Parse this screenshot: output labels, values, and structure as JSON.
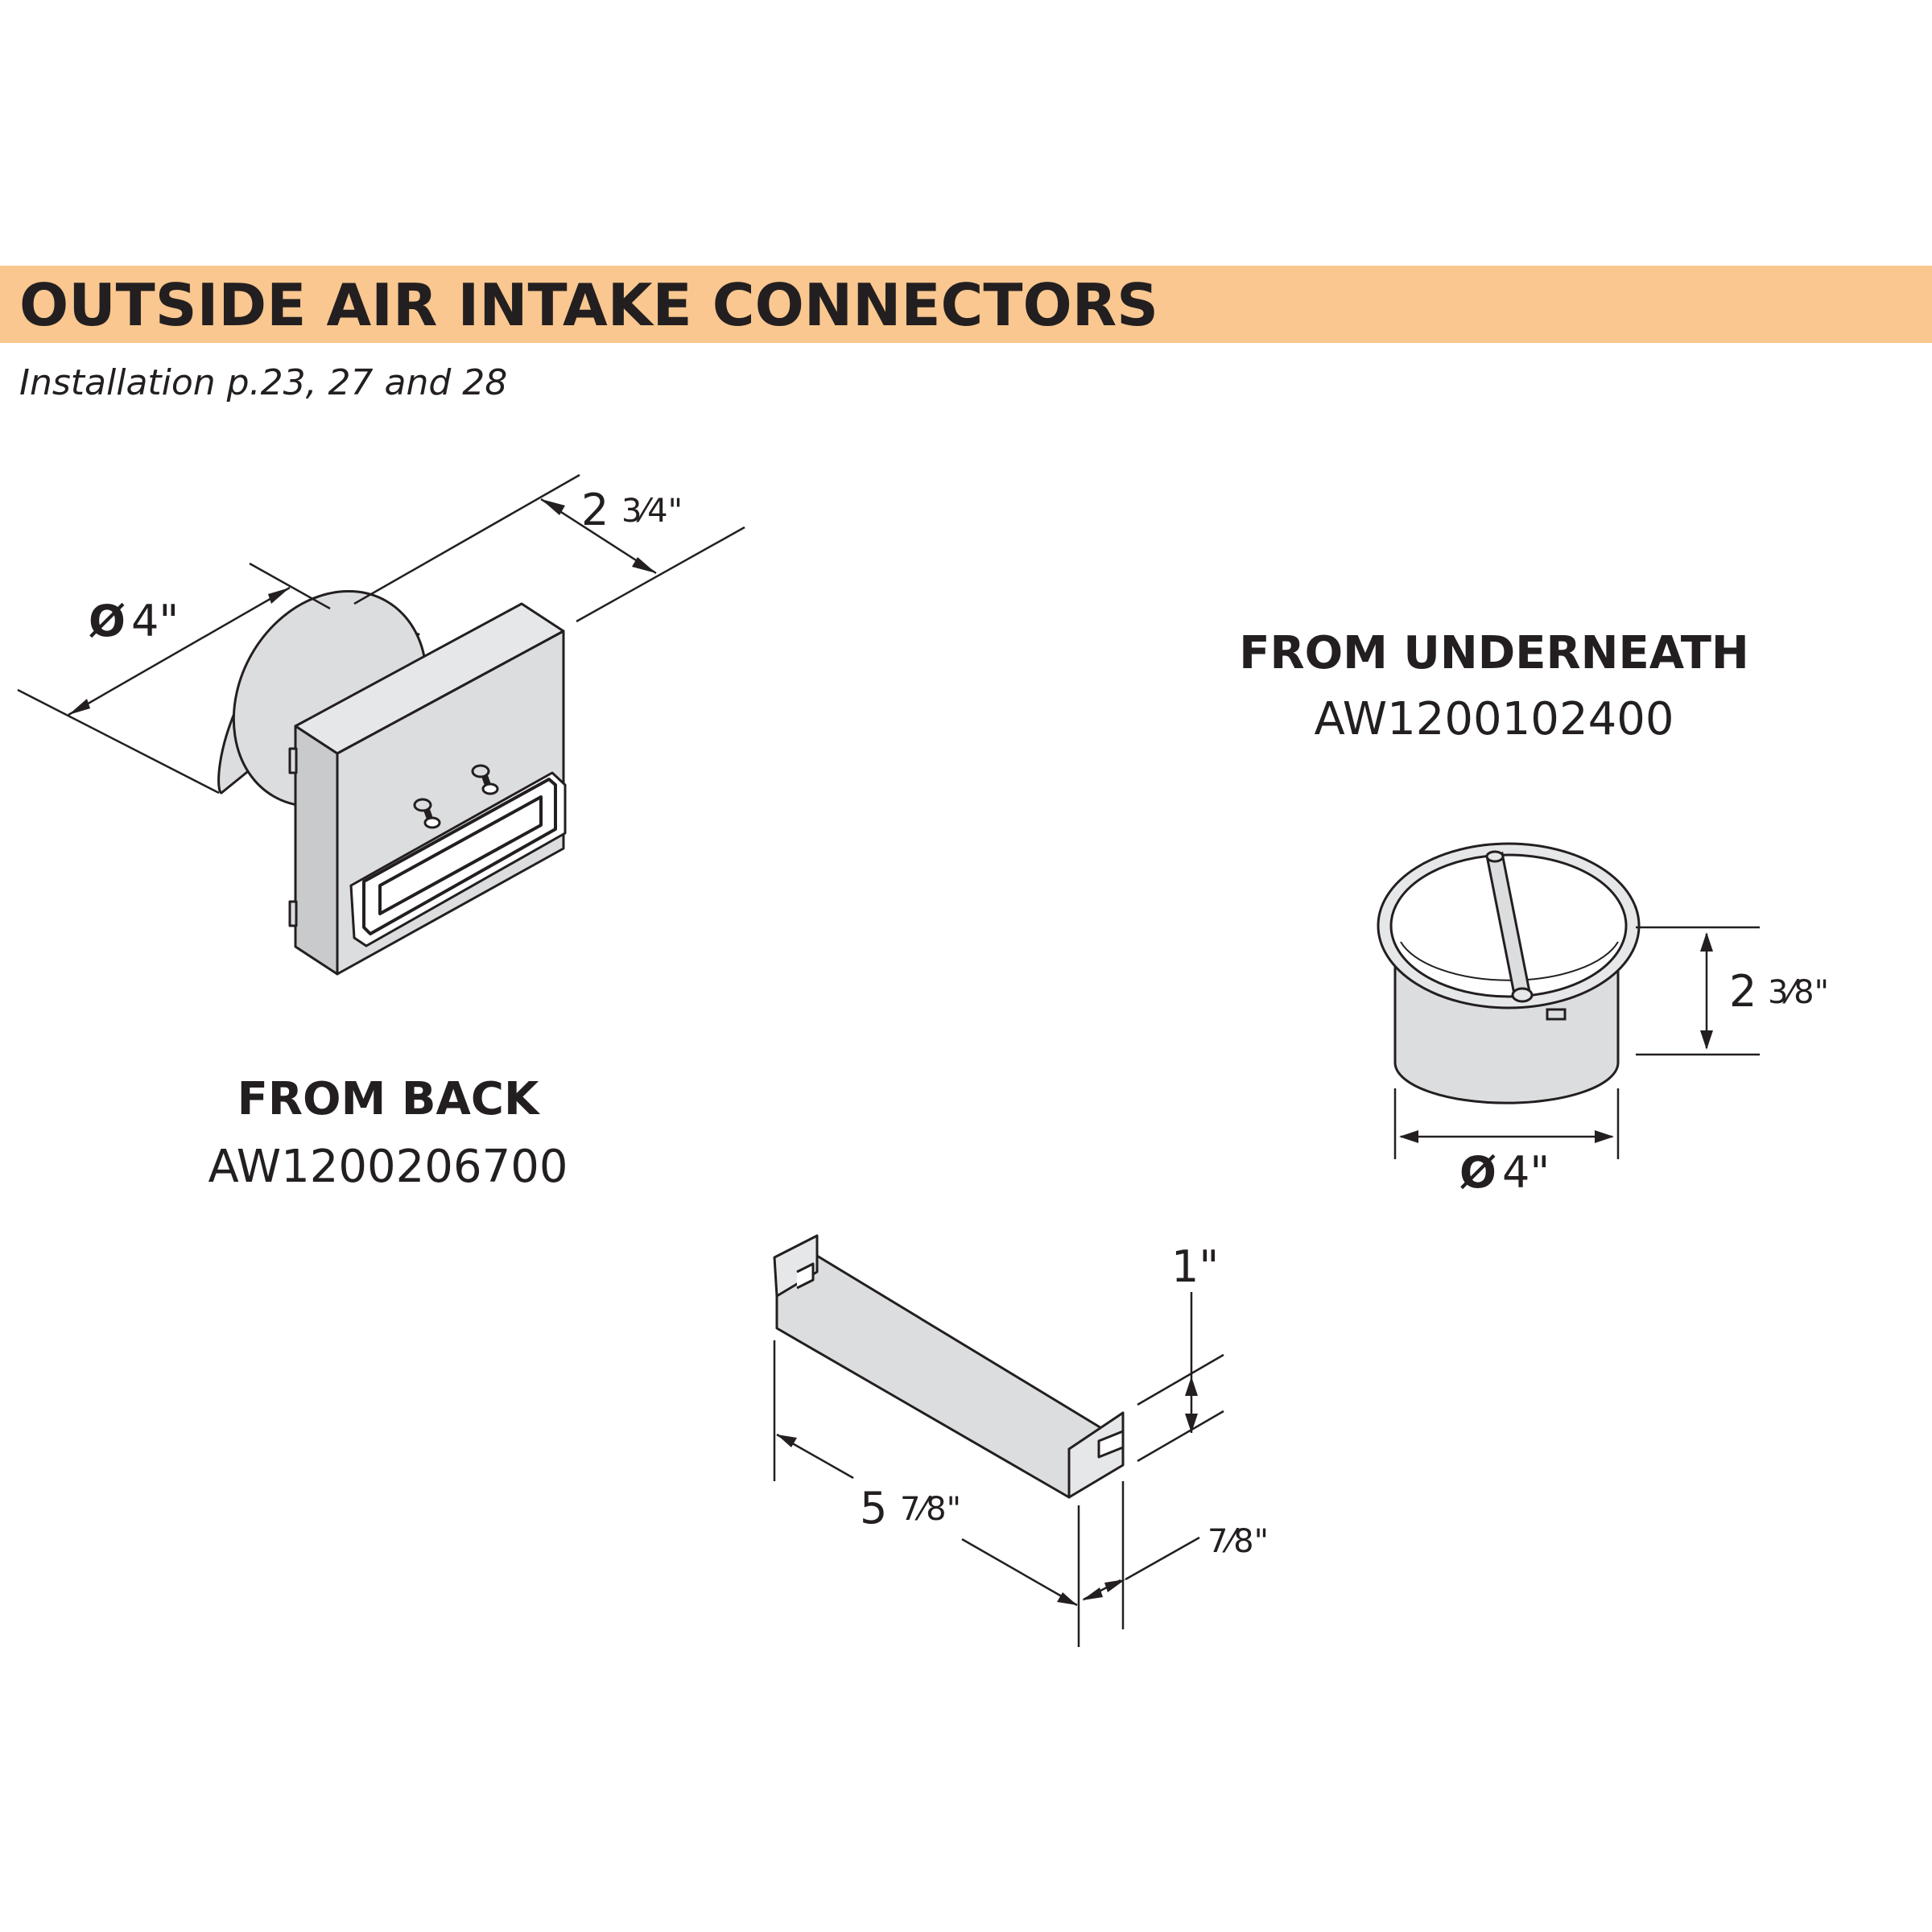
{
  "header": {
    "title": "OUTSIDE AIR INTAKE CONNECTORS",
    "subtitle": "Installation p.23, 27 and 28"
  },
  "colors": {
    "header_band": "#f9c78f",
    "part_fill": "#dcdddf",
    "outline": "#231f20"
  },
  "back_connector": {
    "caption": "FROM BACK",
    "code": "AW1200206700",
    "diameter_symbol": "Ø",
    "diameter_value": "4\"",
    "depth_whole": "2",
    "depth_fraction": "3⁄4\""
  },
  "underneath_connector": {
    "caption": "FROM UNDERNEATH",
    "code": "AW1200102400",
    "height_whole": "2",
    "height_fraction": "3⁄8\"",
    "diameter_symbol": "Ø",
    "diameter_value": "4\""
  },
  "bracket": {
    "height": "1\"",
    "length_whole": "5",
    "length_fraction": "7⁄8\"",
    "width_fraction": "7⁄8\""
  }
}
